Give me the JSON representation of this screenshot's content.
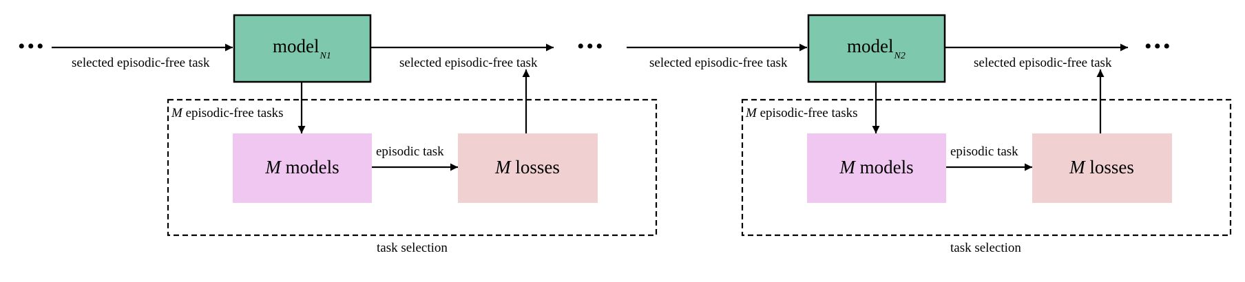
{
  "colors": {
    "model_box": "#7ec8ad",
    "models_box": "#f0c7f0",
    "losses_box": "#f1d0d1",
    "line": "#000000"
  },
  "ellipsis": "•••",
  "stages": [
    {
      "model_label": "model",
      "model_subscript": "N1",
      "input_label": "selected episodic-free task",
      "output_label": "selected episodic-free task",
      "tasks_label_var": "M",
      "tasks_label_rest": " episodic-free tasks",
      "models_var": "M",
      "models_rest": " models",
      "episodic_label": "episodic task",
      "losses_var": "M",
      "losses_rest": " losses",
      "selection_label": "task selection"
    },
    {
      "model_label": "model",
      "model_subscript": "N2",
      "input_label": "selected episodic-free task",
      "output_label": "selected episodic-free task",
      "tasks_label_var": "M",
      "tasks_label_rest": " episodic-free tasks",
      "models_var": "M",
      "models_rest": " models",
      "episodic_label": "episodic task",
      "losses_var": "M",
      "losses_rest": " losses",
      "selection_label": "task selection"
    }
  ]
}
